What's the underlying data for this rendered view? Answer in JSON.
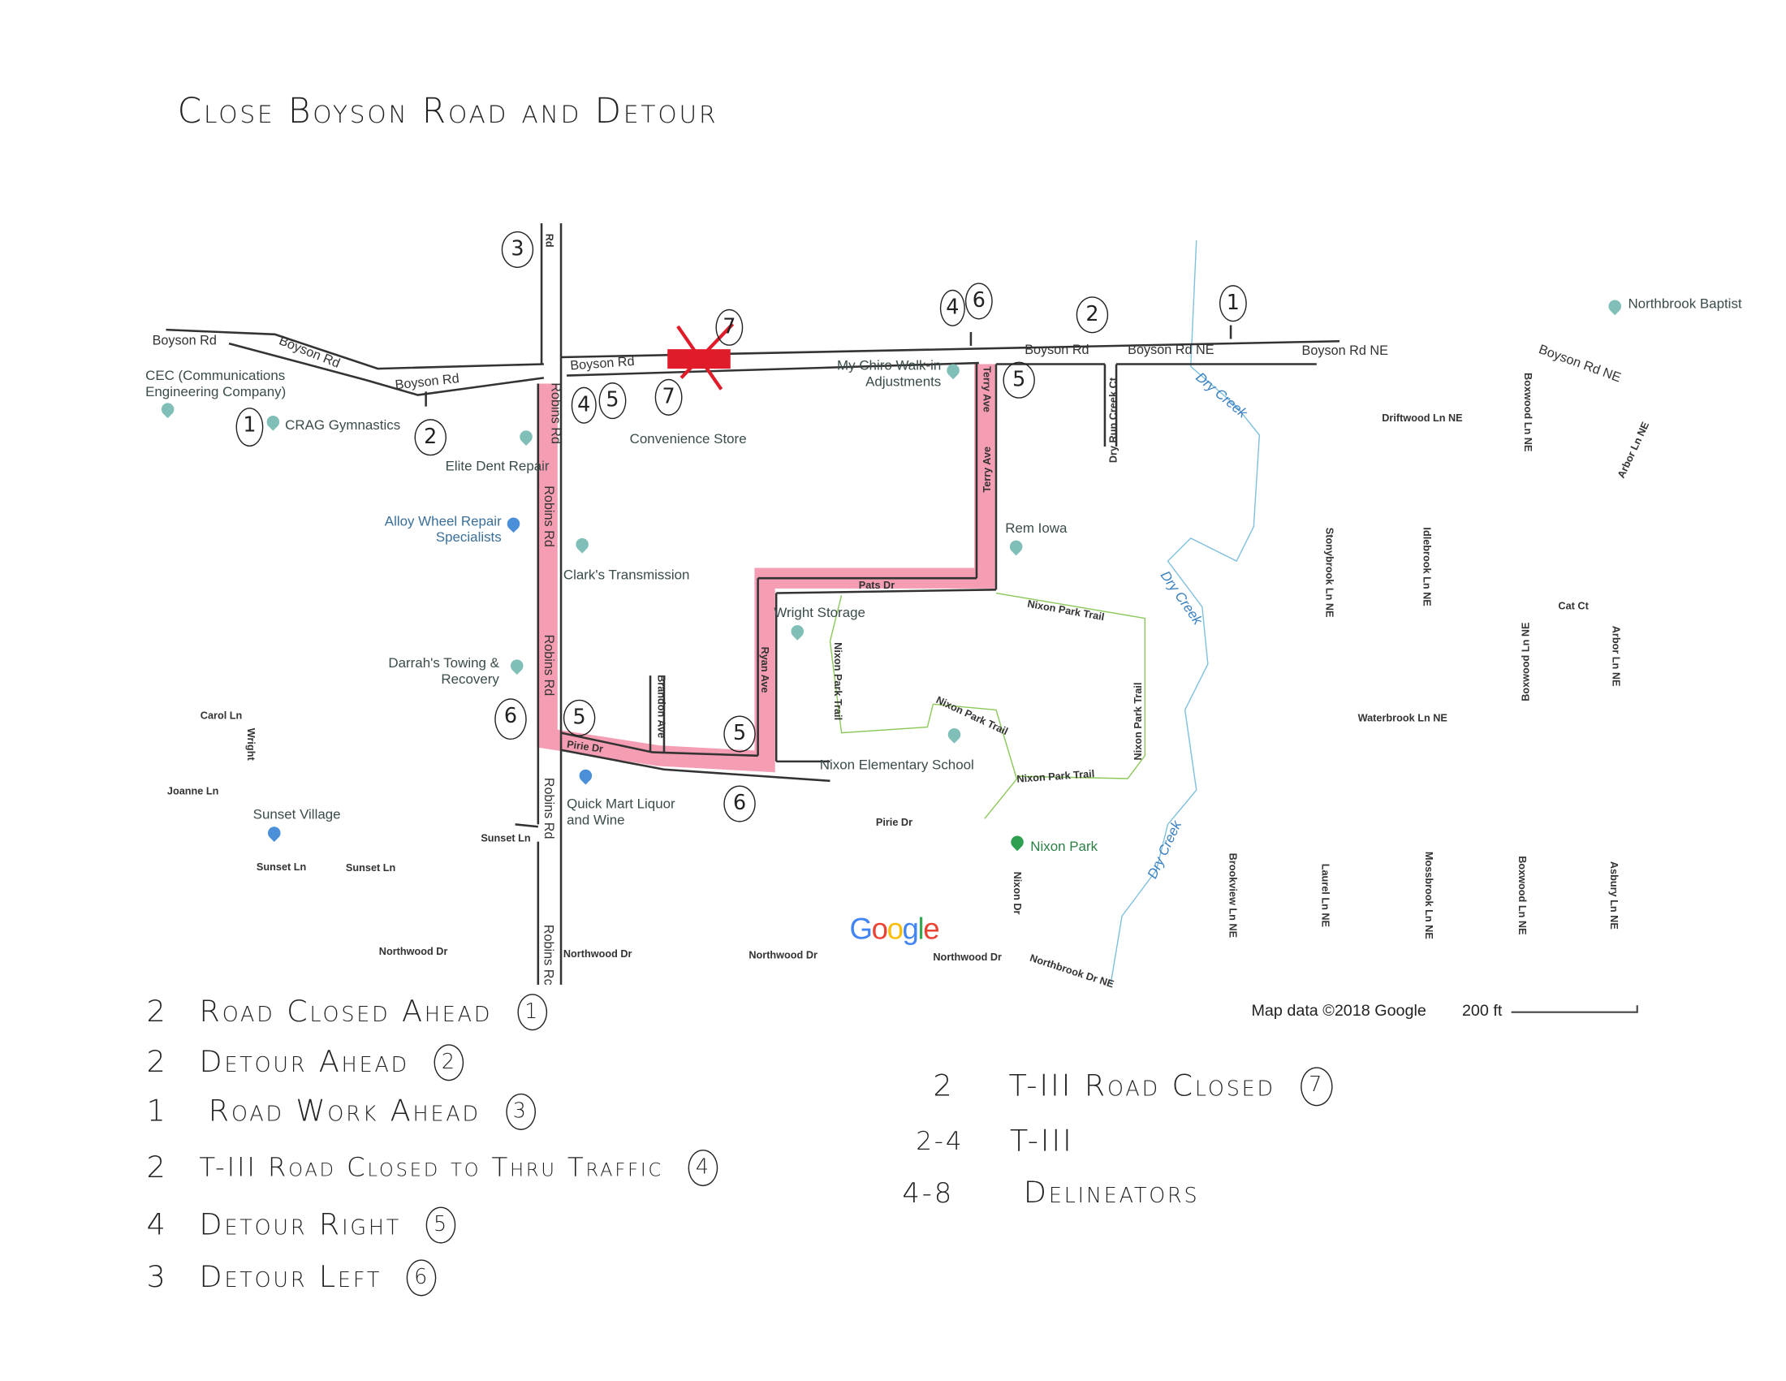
{
  "title": "Close Boyson Road and Detour",
  "map": {
    "labels": [
      "Boyson Rd",
      "Boyson Rd",
      "Boyson Rd",
      "Boyson Rd",
      "Boyson Rd",
      "Boyson Rd NE",
      "Boyson Rd NE",
      "Boyson Rd NE",
      "Robins Rd",
      "Robins Rd",
      "Robins Rd",
      "Robins Rd",
      "Robins Rc",
      "Terry Ave",
      "Terry Ave",
      "Pats Dr",
      "Ryan Ave",
      "Brandon Ave",
      "Pirie Dr",
      "Pirie Dr",
      "Dry Run Creek Ct",
      "Nixon Park Trail",
      "Nixon Park Trail",
      "Nixon Park Trail",
      "Nixon Park Trail",
      "Nixon Park Trail",
      "Driftwood Ln NE",
      "Boxwood Ln NE",
      "Arbor Ln NE",
      "Stonybrook Ln NE",
      "Idlebrook Ln NE",
      "Cat Ct",
      "Boxwood Ln NE",
      "Arbor Ln NE",
      "Waterbrook Ln NE",
      "Brookview Ln NE",
      "Laurel Ln NE",
      "Mossbrook Ln NE",
      "Boxwood Ln NE",
      "Asbury Ln NE",
      "Carol Ln",
      "Wright",
      "Joanne Ln",
      "Sunset Ln",
      "Sunset Ln",
      "Sunset Ln",
      "Northwood Dr",
      "Northwood Dr",
      "Northwood Dr",
      "Northwood Dr",
      "Northbrook Dr NE",
      "Nixon Dr",
      "Rd"
    ],
    "creek": [
      "Dry Creek",
      "Dry Creek",
      "Dry Creek"
    ],
    "pois": [
      "CEC (Communications Engineering Company)",
      "CRAG Gymnastics",
      "Elite Dent Repair",
      "Convenience Store",
      "My Chiro Walk-in Adjustments",
      "Alloy Wheel Repair Specialists",
      "Clark's Transmission",
      "Rem Iowa",
      "Wright Storage",
      "Darrah's Towing & Recovery",
      "Nixon Elementary School",
      "Quick Mart Liquor and Wine",
      "Sunset Village",
      "Nixon Park",
      "Northbrook Baptist"
    ],
    "sign_markers": [
      "3",
      "4",
      "6",
      "2",
      "1",
      "7",
      "7",
      "4",
      "5",
      "1",
      "2",
      "5",
      "6",
      "5",
      "5",
      "6"
    ],
    "google_logo": "Google",
    "attribution": "Map data ©2018 Google",
    "scale": "200 ft",
    "colors": {
      "detour": "#f06a8a",
      "closure": "#e01b2a",
      "creek": "#3a7fc0",
      "trail": "#8cc85a"
    }
  },
  "legend": {
    "left": [
      {
        "qty": "2",
        "text": "Road Closed Ahead",
        "marker": "1"
      },
      {
        "qty": "2",
        "text": "Detour Ahead",
        "marker": "2"
      },
      {
        "qty": "1",
        "text": "Road Work Ahead",
        "marker": "3"
      },
      {
        "qty": "2",
        "text": "T-III Road Closed to Thru Traffic",
        "marker": "4"
      },
      {
        "qty": "4",
        "text": "Detour Right",
        "marker": "5"
      },
      {
        "qty": "3",
        "text": "Detour Left",
        "marker": "6"
      }
    ],
    "right": [
      {
        "qty": "2",
        "text": "T-III Road Closed",
        "marker": "7"
      },
      {
        "qty": "2-4",
        "text": "T-III"
      },
      {
        "qty": "4-8",
        "text": "Delineators"
      }
    ]
  }
}
